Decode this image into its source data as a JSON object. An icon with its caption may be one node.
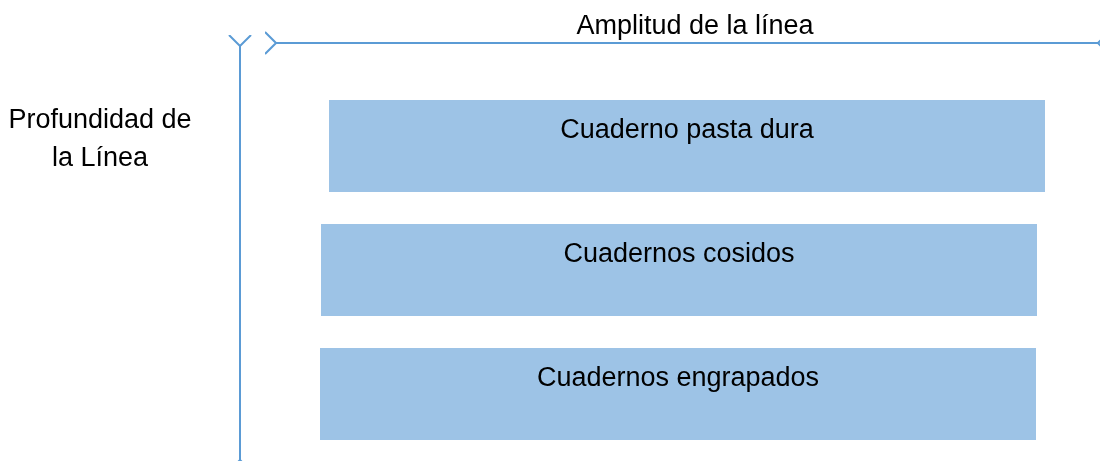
{
  "diagram": {
    "nodes": [
      {
        "text": [
          "Cuaderno pasta dura"
        ]
      },
      {
        "text": [
          "Cuadernos cosidos"
        ]
      },
      {
        "text": [
          "Cuadernos engrapados"
        ]
      }
    ],
    "labels": [
      "Amplitud de la línea",
      "Profundidad de la Línea"
    ]
  }
}
